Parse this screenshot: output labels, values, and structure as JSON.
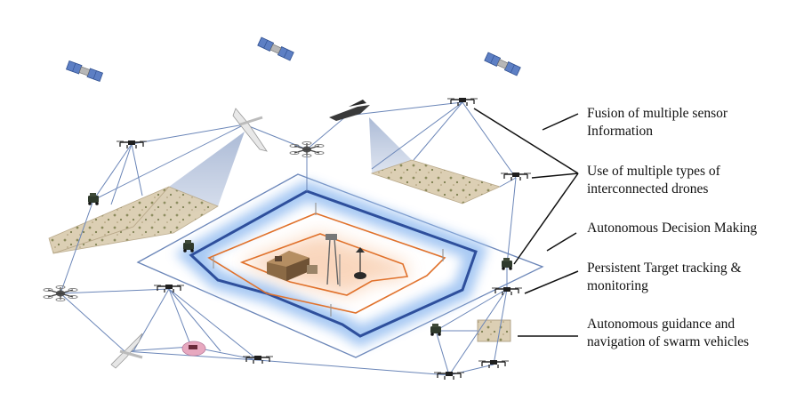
{
  "labels": {
    "fusion": [
      "Fusion of multiple sensor",
      "Information"
    ],
    "multi_types": [
      "Use of multiple types of",
      "interconnected drones"
    ],
    "decision": [
      "Autonomous Decision Making"
    ],
    "tracking": [
      "Persistent Target tracking &",
      "monitoring"
    ],
    "guidance": [
      "Autonomous guidance and",
      "navigation of swarm vehicles"
    ]
  },
  "colors": {
    "link_line": "#6b86b8",
    "perimeter": "#2e4f9c",
    "glow": "#9ec3f2",
    "target_zone": "#e0712b",
    "target_glow": "#f8c9a7",
    "terrain": "#d9cbb0",
    "vehicle": "#2f3a2c"
  }
}
